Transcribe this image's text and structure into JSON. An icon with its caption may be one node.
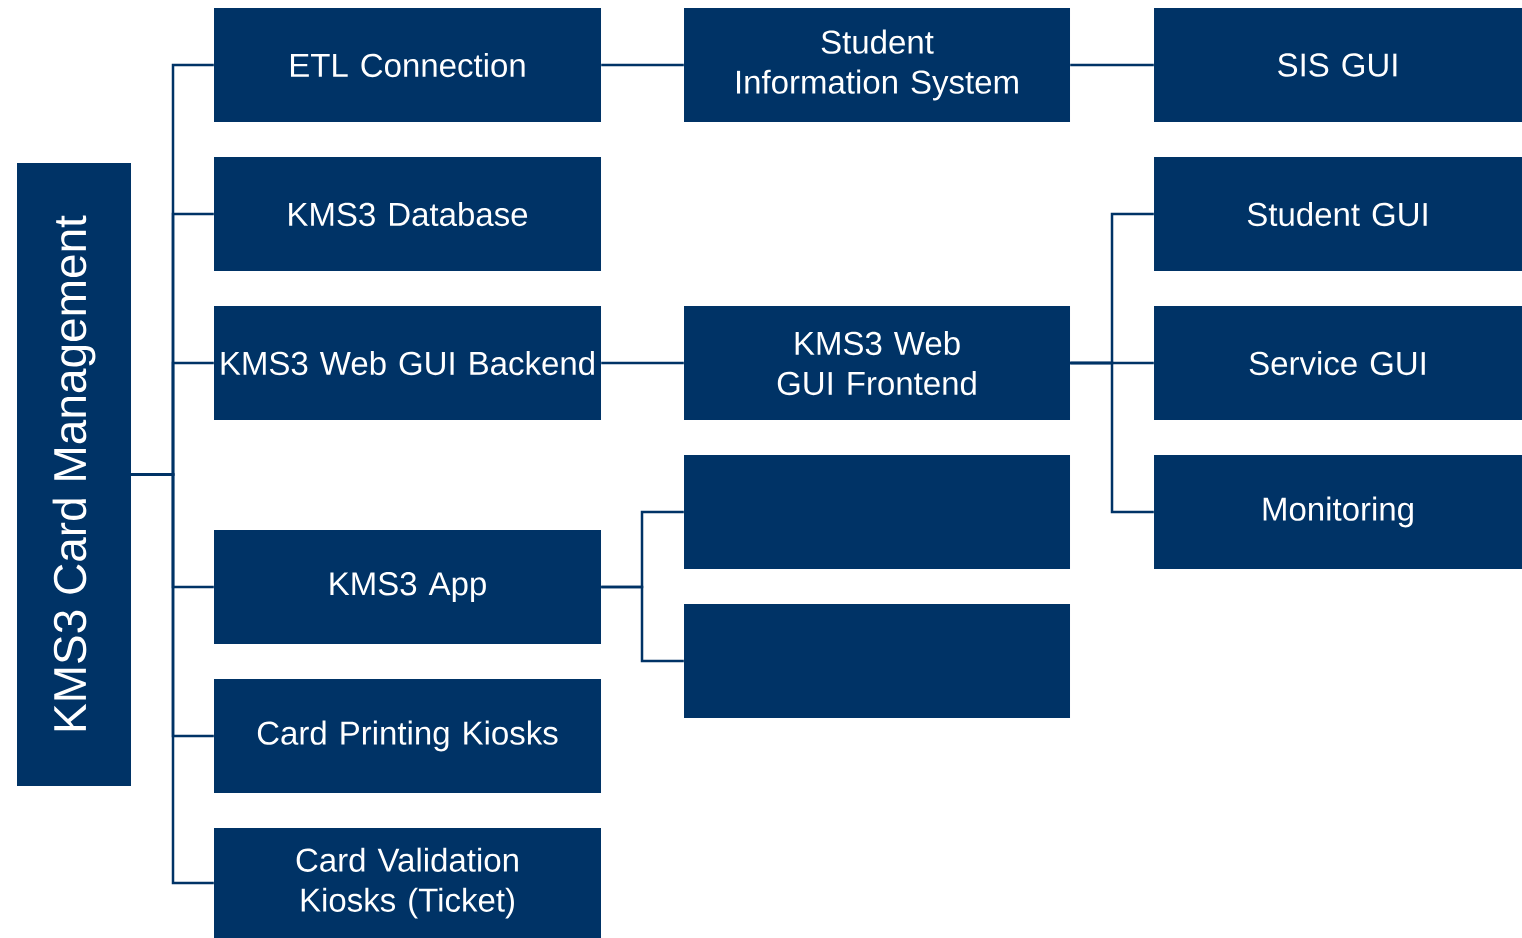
{
  "diagram": {
    "nodes": [
      {
        "text": [
          "KMS3 Card Management"
        ]
      },
      {
        "text": [
          "ETL Connection"
        ]
      },
      {
        "text": [
          "KMS3 Database"
        ]
      },
      {
        "text": [
          "KMS3 Web GUI Backend"
        ]
      },
      {
        "text": [
          "KMS3 App"
        ]
      },
      {
        "text": [
          "Card Printing Kiosks"
        ]
      },
      {
        "text": [
          "Card Validation Kiosks (Ticket)"
        ]
      },
      {
        "text": [
          "Student Information System"
        ]
      },
      {
        "text": [
          "KMS3 Web GUI Frontend"
        ]
      },
      {
        "text": [],
        "shape": "box"
      },
      {
        "text": [],
        "shape": "box"
      },
      {
        "text": [
          "SIS GUI"
        ]
      },
      {
        "text": [
          "Student GUI"
        ]
      },
      {
        "text": [
          "Service GUI"
        ]
      },
      {
        "text": [
          "Monitoring"
        ]
      }
    ],
    "edges": [
      {
        "from": 0,
        "to": 1,
        "arrow": "none"
      },
      {
        "from": 0,
        "to": 2,
        "arrow": "none"
      },
      {
        "from": 0,
        "to": 3,
        "arrow": "none"
      },
      {
        "from": 0,
        "to": 4,
        "arrow": "none"
      },
      {
        "from": 0,
        "to": 5,
        "arrow": "none"
      },
      {
        "from": 0,
        "to": 6,
        "arrow": "none"
      },
      {
        "from": 1,
        "to": 7,
        "arrow": "none"
      },
      {
        "from": 7,
        "to": 11,
        "arrow": "none"
      },
      {
        "from": 3,
        "to": 8,
        "arrow": "none"
      },
      {
        "from": 4,
        "to": 9,
        "arrow": "none"
      },
      {
        "from": 4,
        "to": 10,
        "arrow": "none"
      },
      {
        "from": 8,
        "to": 12,
        "arrow": "none"
      },
      {
        "from": 8,
        "to": 13,
        "arrow": "none"
      },
      {
        "from": 8,
        "to": 14,
        "arrow": "none"
      }
    ]
  }
}
